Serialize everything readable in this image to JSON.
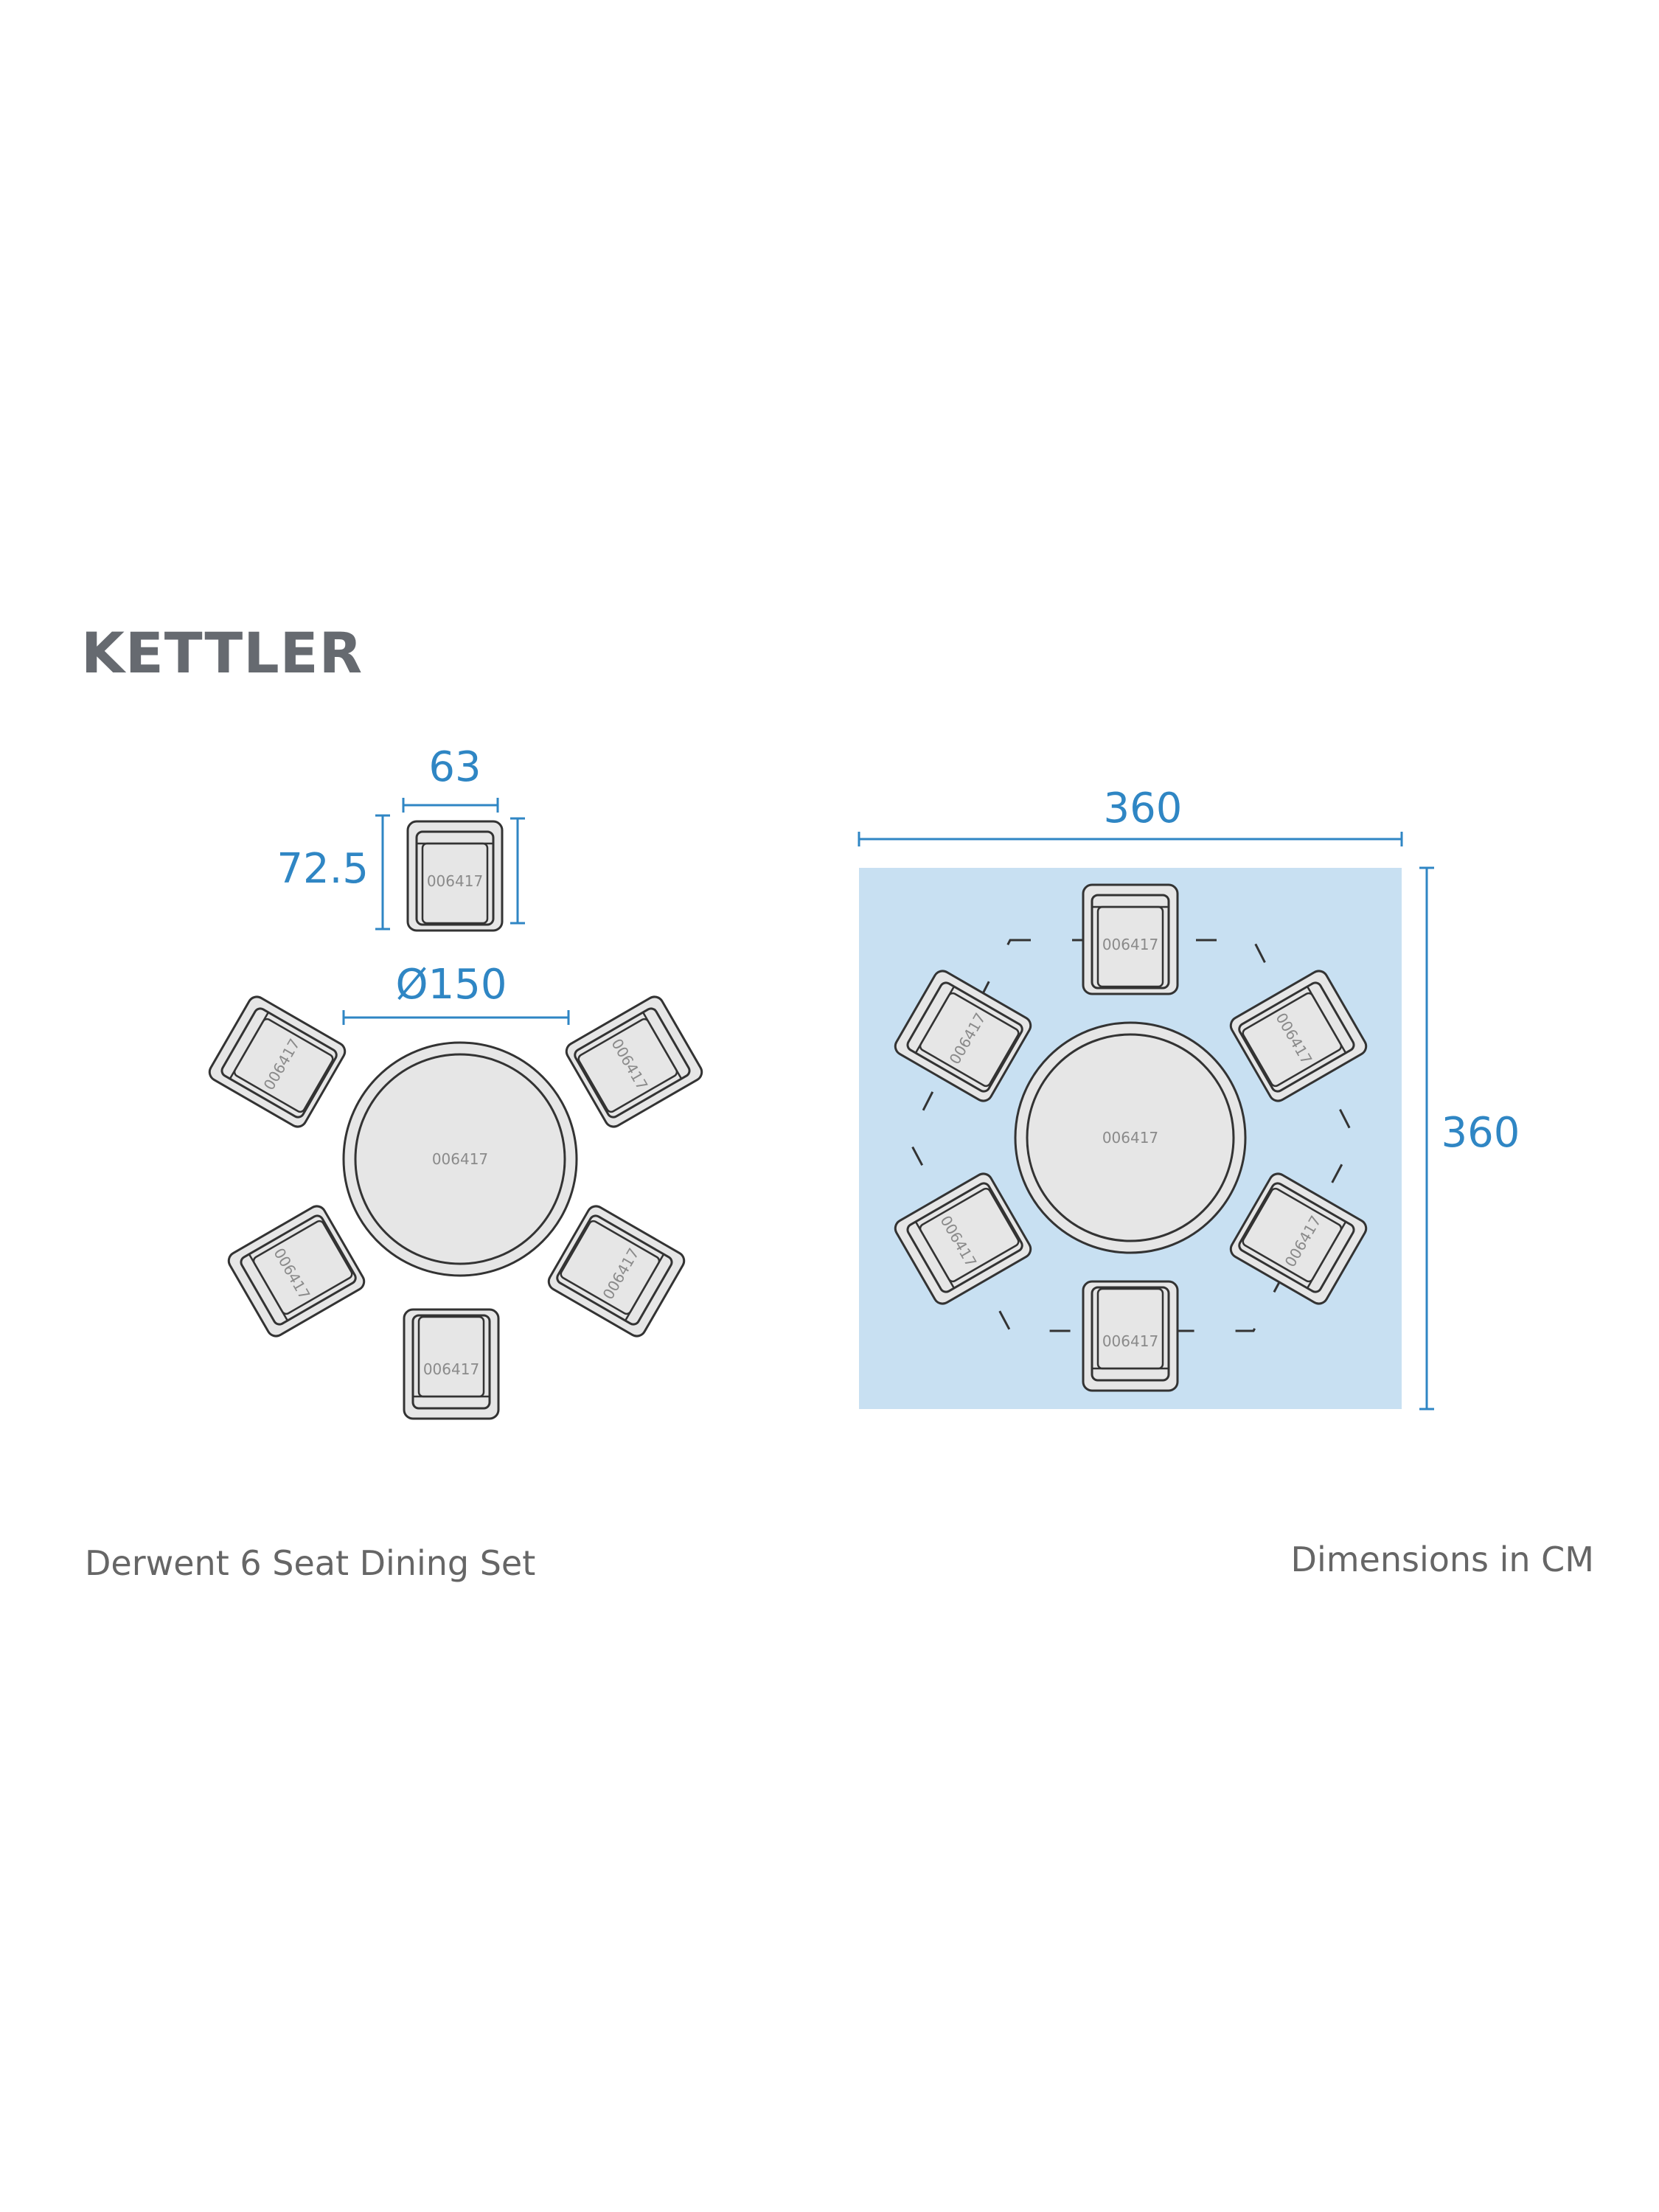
{
  "brand": {
    "logo_text": "KETTLER"
  },
  "colors": {
    "accent": "#2f86c4",
    "area": "#c8e0f2",
    "line": "#333333",
    "fill": "#e6e6e6",
    "logo": "#666a70"
  },
  "dimensions": {
    "chair_width": "63",
    "chair_depth": "72.5",
    "table_diameter": "Ø150",
    "area_width": "360",
    "area_depth": "360"
  },
  "item_code": "006417",
  "captions": {
    "product_name": "Derwent 6 Seat Dining Set",
    "units_note": "Dimensions in CM"
  }
}
